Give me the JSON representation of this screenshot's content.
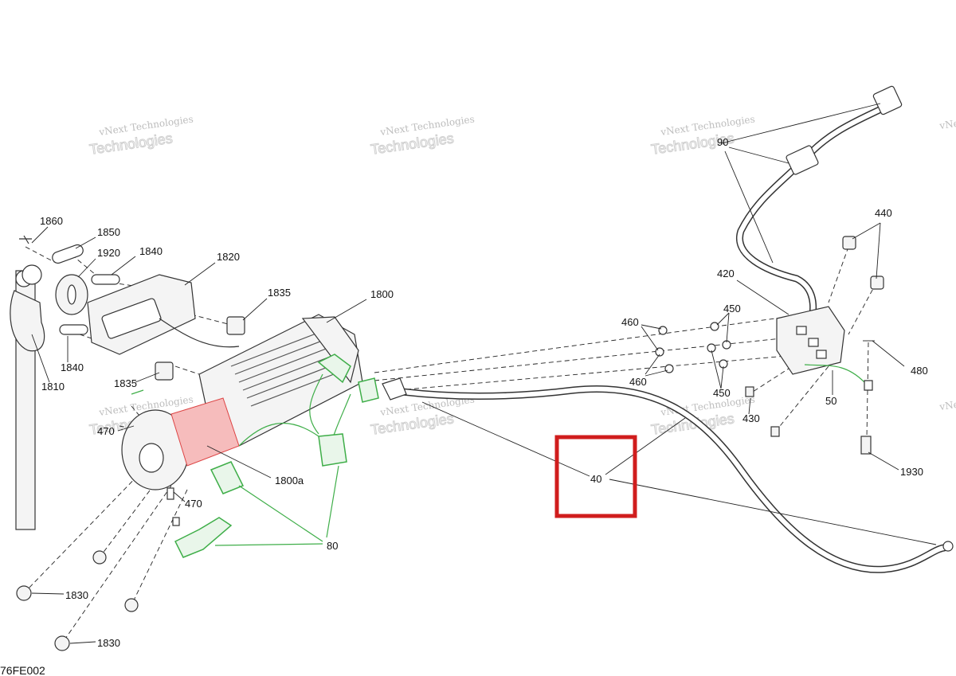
{
  "diagram_code": "76FE002",
  "watermark": {
    "line1": "vNext Technologies",
    "line2": "Technologies"
  },
  "highlight_color": "#d01d1d",
  "accent_green": "#3fae49",
  "callouts": {
    "c1860": "1860",
    "c1850": "1850",
    "c1920": "1920",
    "c1840a": "1840",
    "c1840b": "1840",
    "c1820": "1820",
    "c1835a": "1835",
    "c1835b": "1835",
    "c1800": "1800",
    "c1810": "1810",
    "c470a": "470",
    "c470b": "470",
    "c1800a": "1800a",
    "c80": "80",
    "c1830a": "1830",
    "c1830b": "1830",
    "c40": "40",
    "c90": "90",
    "c440": "440",
    "c420": "420",
    "c460a": "460",
    "c460b": "460",
    "c450a": "450",
    "c450b": "450",
    "c480": "480",
    "c50": "50",
    "c430": "430",
    "c1930": "1930"
  }
}
